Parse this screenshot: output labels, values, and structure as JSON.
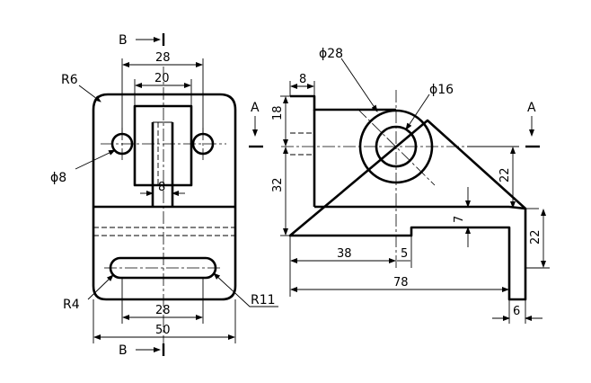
{
  "front_view": {
    "section_label_top": "B",
    "section_label_bottom": "B",
    "dims": {
      "d28_top": "28",
      "d20": "20",
      "r6": "R6",
      "phi8": "ϕ8",
      "d8": "8",
      "r4": "R4",
      "d28_bottom": "28",
      "d50": "50",
      "r11": "R11"
    }
  },
  "side_view": {
    "section_label_left": "A",
    "section_label_right": "A",
    "dims": {
      "d8": "8",
      "phi28": "ϕ28",
      "phi16": "ϕ16",
      "d18": "18",
      "d32": "32",
      "d22_upper": "22",
      "d7": "7",
      "d22_lower": "22",
      "d38": "38",
      "d5": "5",
      "d78": "78",
      "d6": "6"
    }
  }
}
